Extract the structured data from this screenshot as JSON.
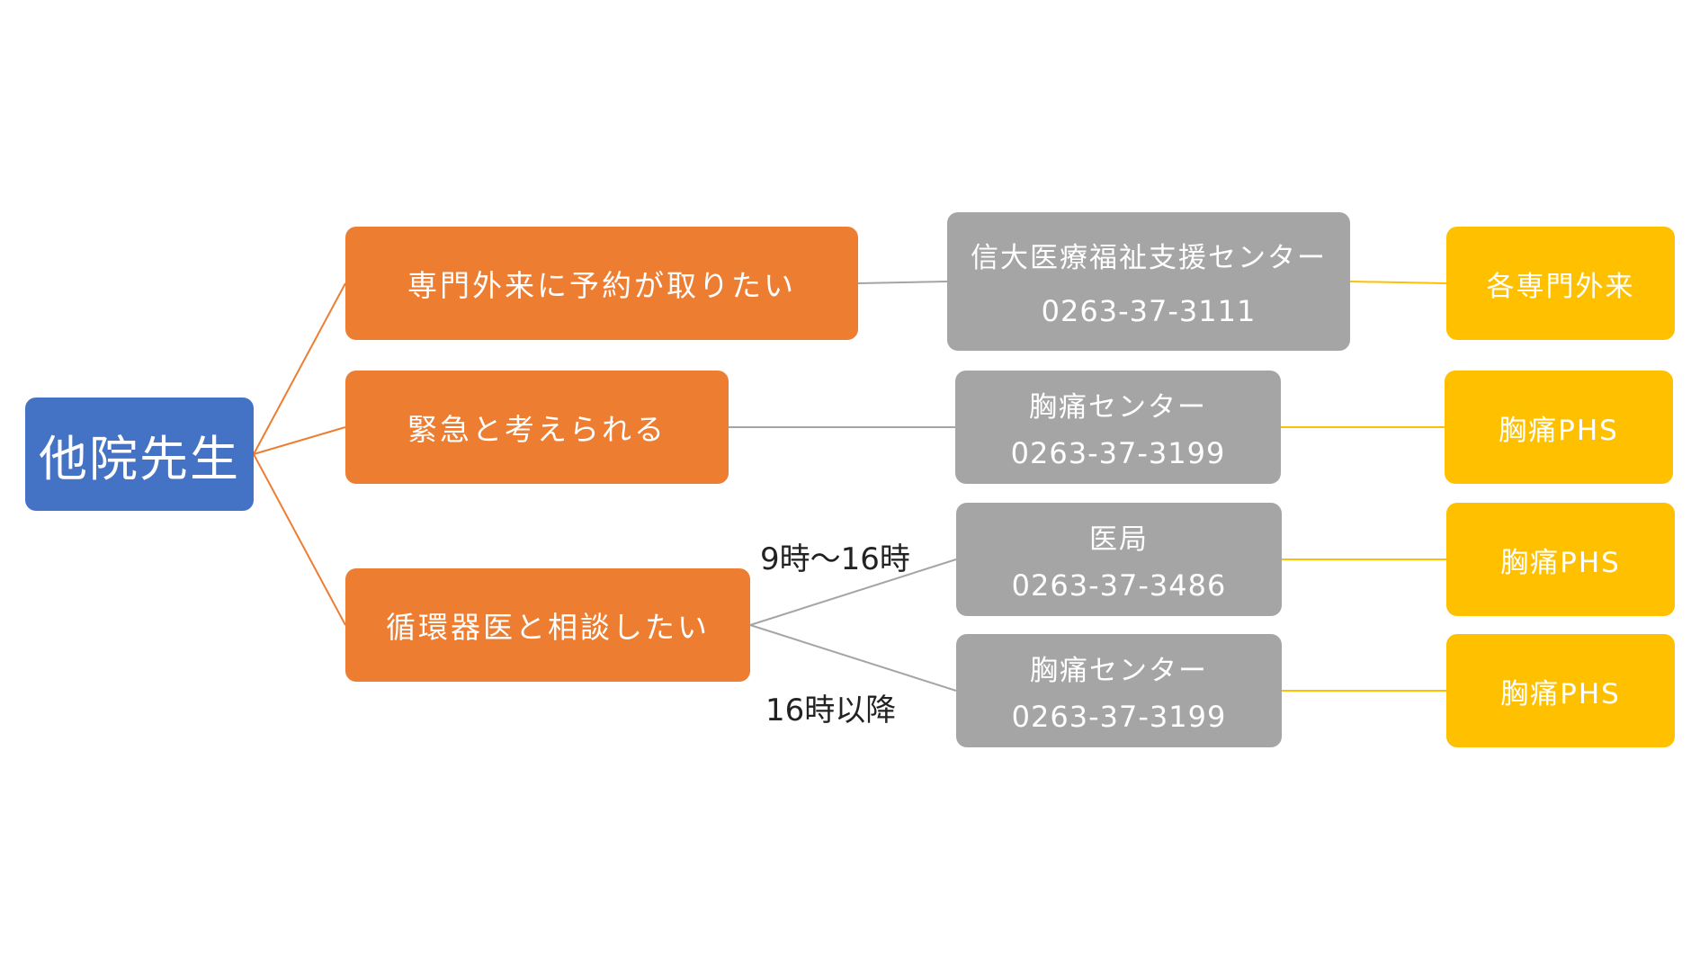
{
  "root": {
    "label": "他院先生"
  },
  "situations": [
    {
      "label": "専門外来に予約が取りたい"
    },
    {
      "label": "緊急と考えられる"
    },
    {
      "label": "循環器医と相談したい"
    }
  ],
  "contacts": [
    {
      "name": "信大医療福祉支援センター",
      "phone": "0263-37-3111"
    },
    {
      "name": "胸痛センター",
      "phone": "0263-37-3199"
    },
    {
      "name": "医局",
      "phone": "0263-37-3486"
    },
    {
      "name": "胸痛センター",
      "phone": "0263-37-3199"
    }
  ],
  "destinations": [
    {
      "label": "各専門外来"
    },
    {
      "label": "胸痛PHS"
    },
    {
      "label": "胸痛PHS"
    },
    {
      "label": "胸痛PHS"
    }
  ],
  "edge_labels": {
    "daytime": "9時～16時",
    "after_hours": "16時以降"
  },
  "colors": {
    "root": "#4472C4",
    "situation": "#ED7D31",
    "contact": "#A5A5A5",
    "destination": "#FFC000"
  }
}
